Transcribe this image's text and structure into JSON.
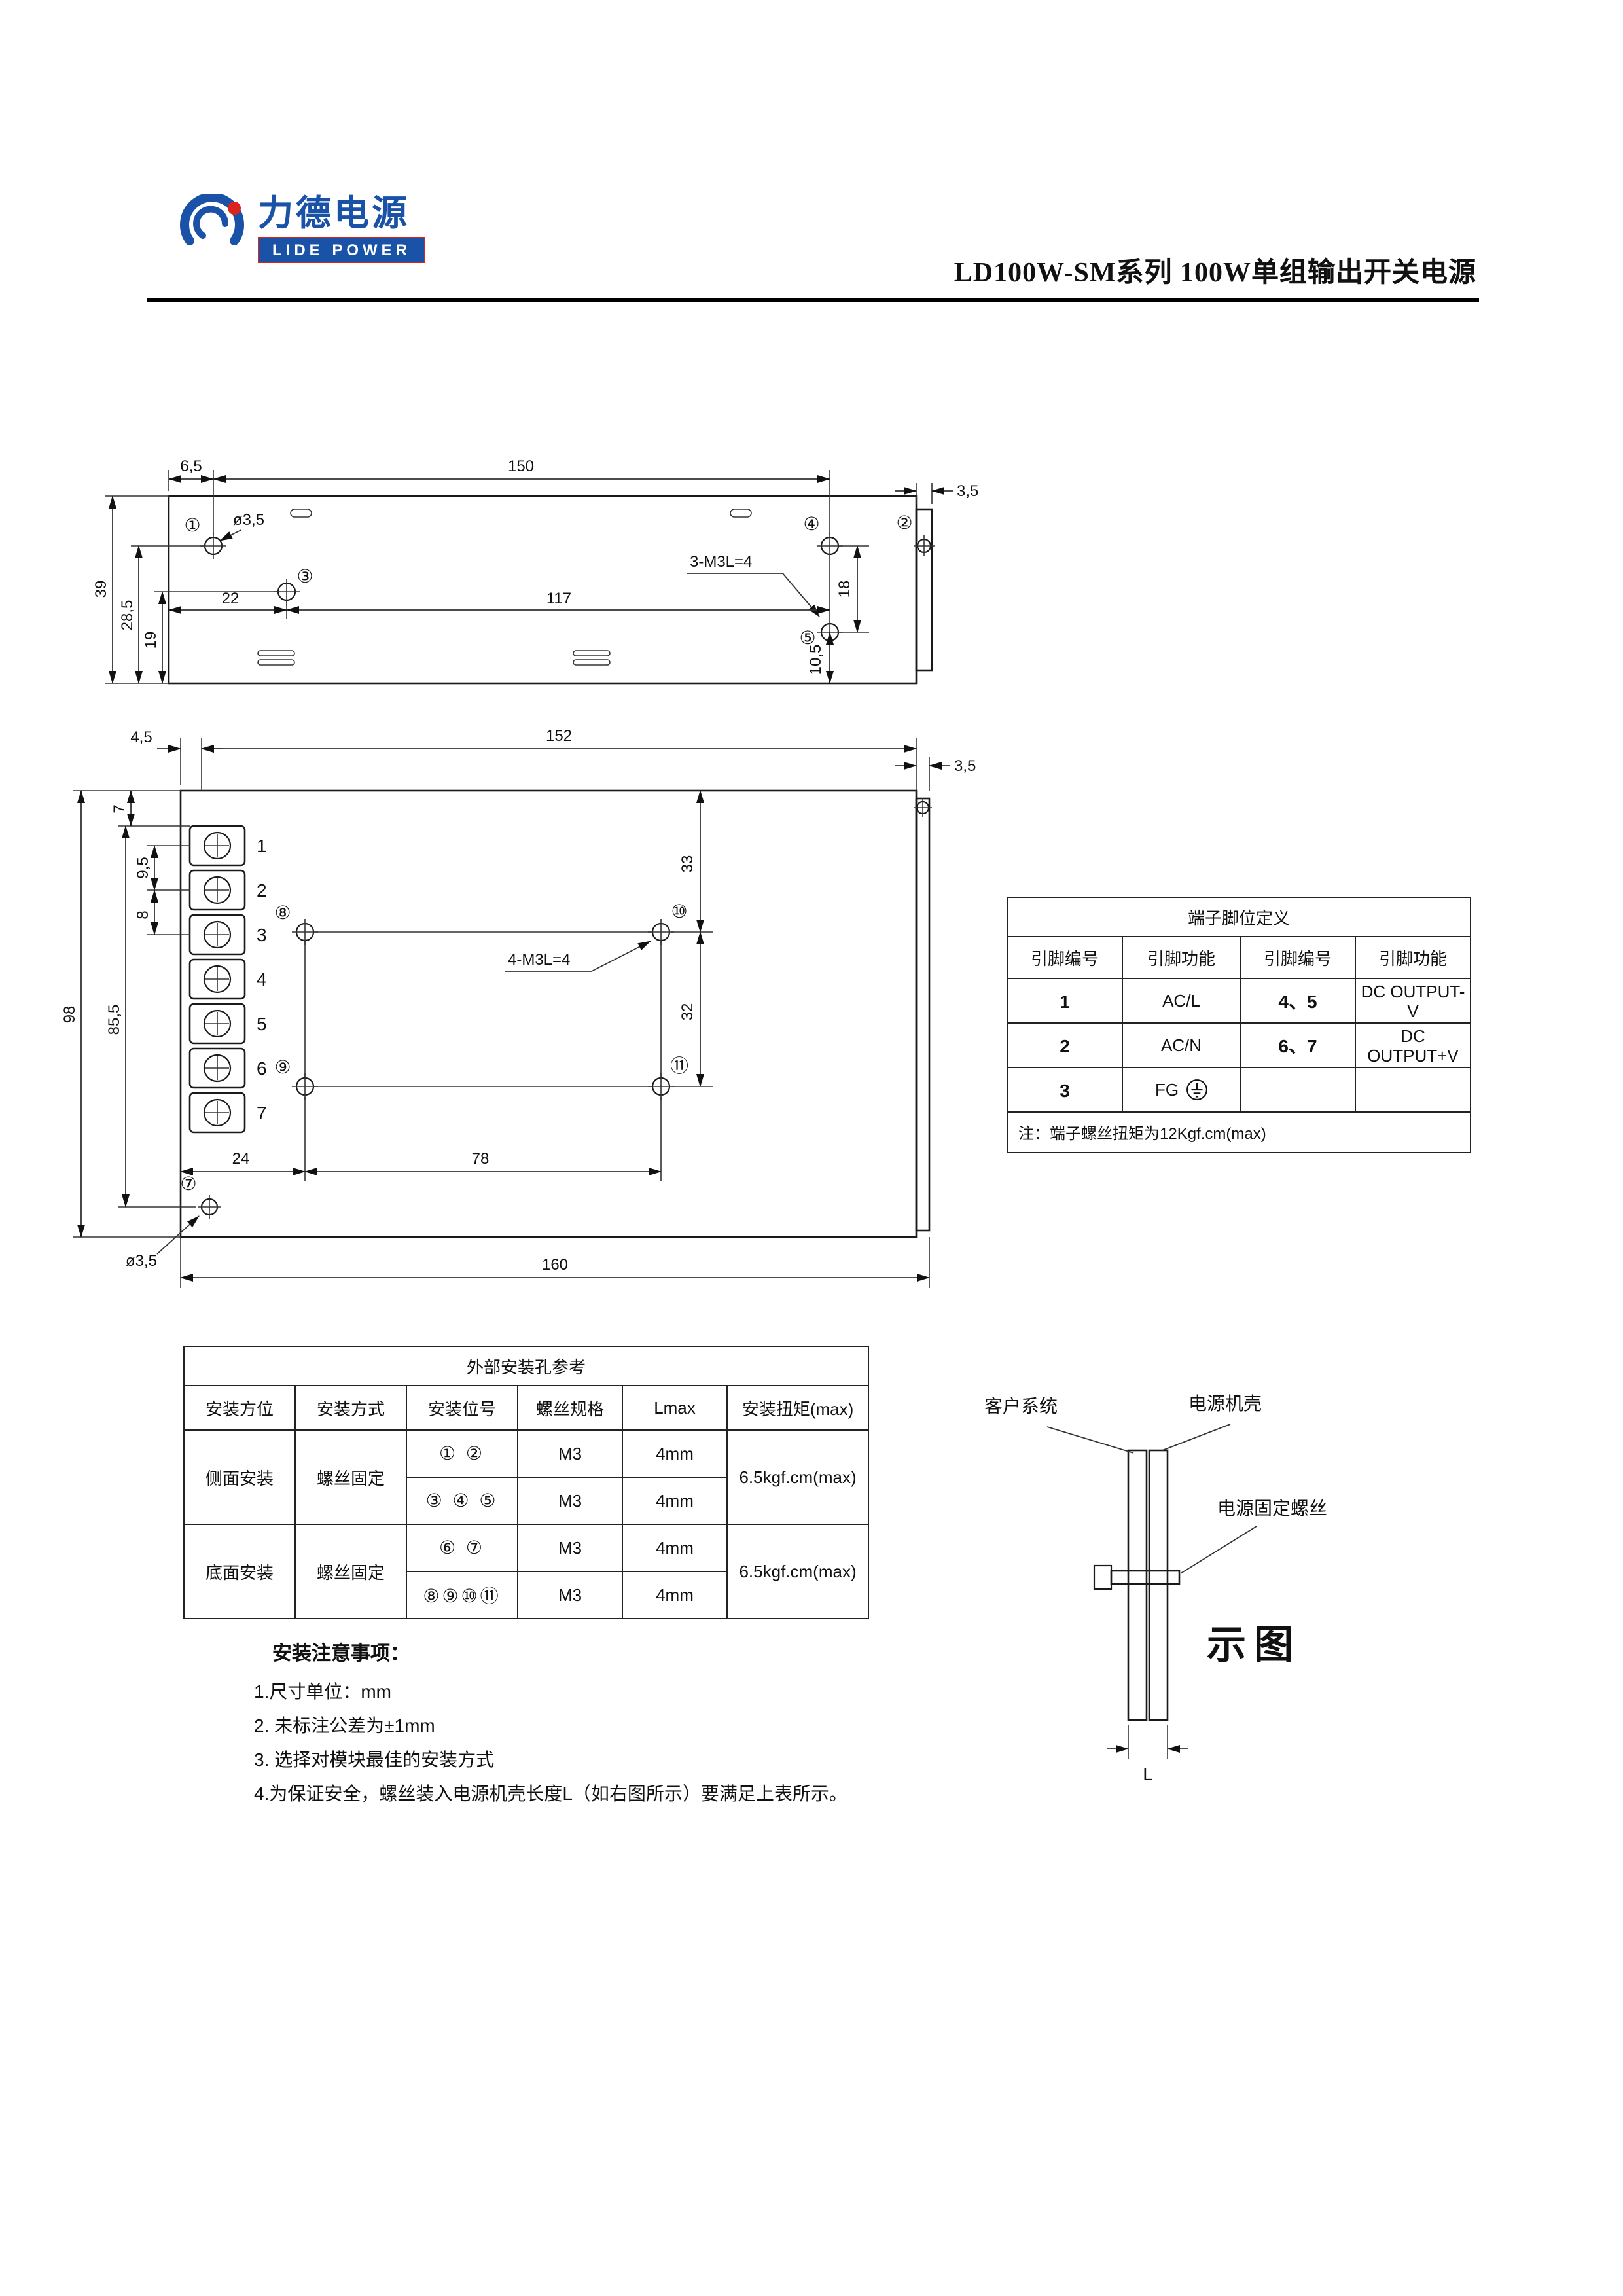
{
  "header": {
    "logo_cn": "力德电源",
    "logo_en": "LIDE POWER",
    "title": "LD100W-SM系列 100W单组输出开关电源",
    "brand_colors": {
      "blue": "#1a52a8",
      "red": "#d9251c"
    }
  },
  "drawing_top": {
    "dim_6_5": "6,5",
    "dim_150": "150",
    "dim_3_5": "3,5",
    "dia_3_5": "ø3,5",
    "dim_22": "22",
    "dim_117": "117",
    "dim_18": "18",
    "dim_39": "39",
    "dim_28_5": "28,5",
    "dim_19": "19",
    "dim_10_5": "10,5",
    "note_m3": "3-M3L=4",
    "callout_1": "①",
    "callout_2": "②",
    "callout_3": "③",
    "callout_4": "④",
    "callout_5": "⑤"
  },
  "drawing_front": {
    "dim_4_5": "4,5",
    "dim_152": "152",
    "dim_3_5": "3,5",
    "dim_7": "7",
    "dim_9_5": "9,5",
    "dim_8": "8",
    "dim_98": "98",
    "dim_85_5": "85,5",
    "dim_33": "33",
    "dim_32": "32",
    "dim_24": "24",
    "dim_78": "78",
    "dim_160": "160",
    "dia_3_5": "ø3,5",
    "note_m3": "4-M3L=4",
    "callout_7": "⑦",
    "callout_8": "⑧",
    "callout_9": "⑨",
    "callout_10": "⑩",
    "callout_11": "⑪",
    "terminals": [
      "1",
      "2",
      "3",
      "4",
      "5",
      "6",
      "7"
    ]
  },
  "pin_table": {
    "title": "端子脚位定义",
    "headers": [
      "引脚编号",
      "引脚功能",
      "引脚编号",
      "引脚功能"
    ],
    "rows": [
      {
        "c0": "1",
        "c1": "AC/L",
        "c2": "4、5",
        "c3": "DC OUTPUT-V"
      },
      {
        "c0": "2",
        "c1": "AC/N",
        "c2": "6、7",
        "c3": "DC OUTPUT+V"
      },
      {
        "c0": "3",
        "c1": "FG",
        "c2": "",
        "c3": ""
      }
    ],
    "note": "注：端子螺丝扭矩为12Kgf.cm(max)"
  },
  "mount_table": {
    "title": "外部安装孔参考",
    "headers": [
      "安装方位",
      "安装方式",
      "安装位号",
      "螺丝规格",
      "Lmax",
      "安装扭矩(max)"
    ],
    "side_label": "侧面安装",
    "side_method": "螺丝固定",
    "bottom_label": "底面安装",
    "bottom_method": "螺丝固定",
    "rows": [
      {
        "pos": "① ②",
        "spec": "M3",
        "lmax": "4mm"
      },
      {
        "pos": "③ ④ ⑤",
        "spec": "M3",
        "lmax": "4mm"
      },
      {
        "pos": "⑥ ⑦",
        "spec": "M3",
        "lmax": "4mm"
      },
      {
        "pos": "⑧⑨⑩⑪",
        "spec": "M3",
        "lmax": "4mm"
      }
    ],
    "torque_side": "6.5kgf.cm(max)",
    "torque_bottom": "6.5kgf.cm(max)"
  },
  "side_diagram": {
    "label_customer": "客户系统",
    "label_case": "电源机壳",
    "label_screw": "电源固定螺丝",
    "caption": "示图",
    "label_L": "L"
  },
  "notes": {
    "title": "安装注意事项：",
    "items": [
      "1.尺寸单位：mm",
      "2.  未标注公差为±1mm",
      "3.  选择对模块最佳的安装方式",
      "4.为保证安全，螺丝装入电源机壳长度L（如右图所示）要满足上表所示。"
    ]
  }
}
